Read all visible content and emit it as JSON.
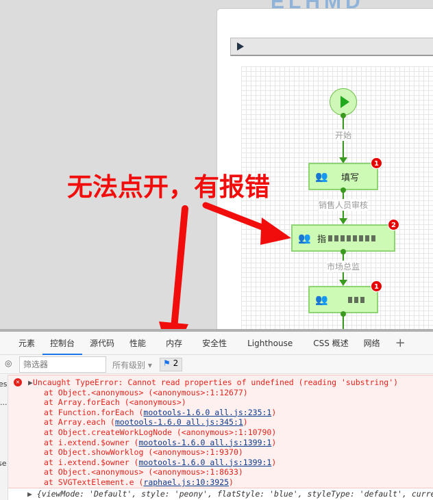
{
  "logo_text": "ELHMD",
  "annotation": "无法点开，有报错",
  "flow": {
    "edges": [
      "开始",
      "销售人员审核",
      "市场总监"
    ],
    "nodes": [
      {
        "label": "填写",
        "badge": "1"
      },
      {
        "label": "指",
        "badge": "2"
      },
      {
        "label": "",
        "badge": "1"
      }
    ]
  },
  "devtools": {
    "tabs": [
      "元素",
      "控制台",
      "源代码",
      "性能",
      "内存",
      "安全性",
      "Lighthouse",
      "CSS 概述",
      "网络"
    ],
    "active_tab": "控制台",
    "filter_placeholder": "筛选器",
    "levels": "所有级别",
    "issues_count": "2",
    "sidebar_fragments": [
      "es",
      "...",
      "se"
    ],
    "error": {
      "message": "Uncaught TypeError: Cannot read properties of undefined (reading 'substring')",
      "stack": [
        {
          "text": "at Object.<anonymous> (<anonymous>:1:12677)"
        },
        {
          "text": "at Array.forEach (<anonymous>)"
        },
        {
          "pre": "at Function.forEach (",
          "link": "mootools-1.6.0 all.js:235:1",
          "post": ")"
        },
        {
          "pre": "at Array.each (",
          "link": "mootools-1.6.0 all.js:345:1",
          "post": ")"
        },
        {
          "text": "at Object.createWorkLogNode (<anonymous>:1:10790)"
        },
        {
          "pre": "at i.extend.$owner (",
          "link": "mootools-1.6.0 all.js:1399:1",
          "post": ")"
        },
        {
          "text": "at Object.showWorklog (<anonymous>:1:9370)"
        },
        {
          "pre": "at i.extend.$owner (",
          "link": "mootools-1.6.0 all.js:1399:1",
          "post": ")"
        },
        {
          "text": "at Object.<anonymous> (<anonymous>:1:8633)"
        },
        {
          "pre": "at SVGTextElement.e (",
          "link": "raphael.js:10:3925",
          "post": ")"
        }
      ]
    },
    "object_log": "{viewMode: 'Default', style: 'peony', flatStyle: 'blue', styleType: 'default', currentAp"
  }
}
